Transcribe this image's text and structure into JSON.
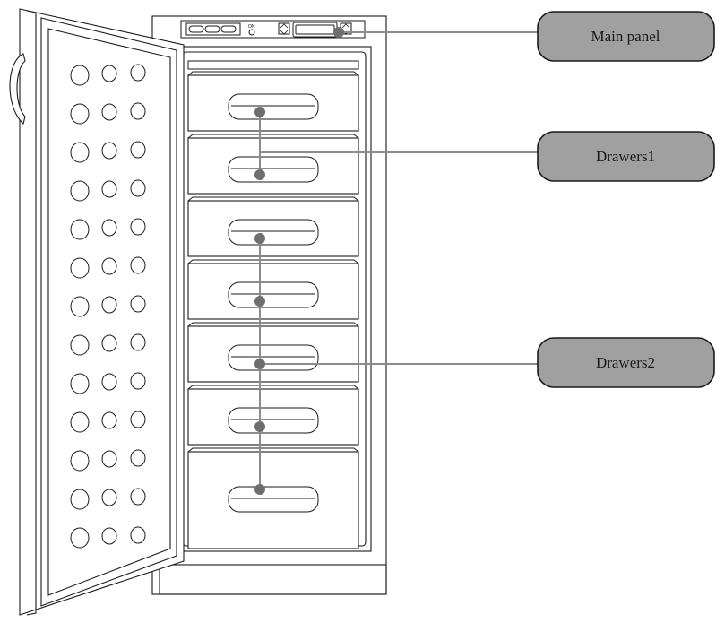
{
  "callouts": {
    "main_panel": "Main panel",
    "drawers1": "Drawers1",
    "drawers2": "Drawers2"
  },
  "control_panel": {
    "on_label": "ON"
  },
  "colors": {
    "callout_fill": "#a0a0a0",
    "line_color": "#8c8c8c",
    "marker_color": "#6e6e6e",
    "stroke": "#1a1a1a"
  },
  "figure": {
    "drawer_count": 7,
    "door_hole_rows": 13,
    "door_hole_cols": 3
  }
}
